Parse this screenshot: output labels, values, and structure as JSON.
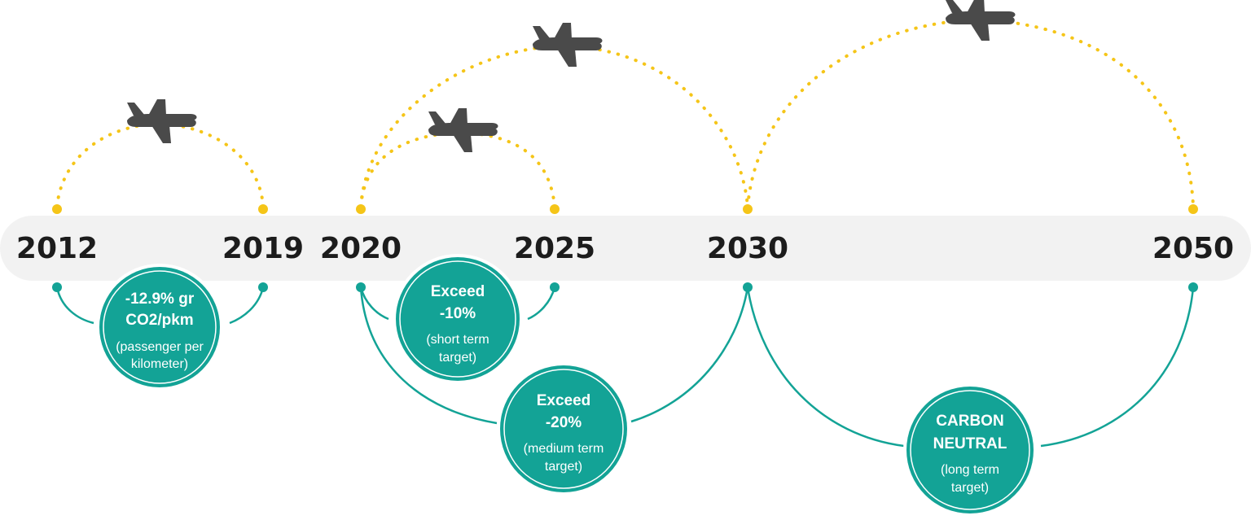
{
  "colors": {
    "bar": "#f2f2f2",
    "flight_path": "#f5c518",
    "plane": "#4a4a4a",
    "target": "#13a396",
    "year_text": "#1c1c1c"
  },
  "timeline": {
    "years": [
      "2012",
      "2019",
      "2020",
      "2025",
      "2030",
      "2050"
    ]
  },
  "targets": [
    {
      "lines": [
        "-12.9% gr",
        "CO2/pkm"
      ],
      "sub": [
        "(passenger per",
        "kilometer)"
      ]
    },
    {
      "lines": [
        "Exceed",
        "-10%"
      ],
      "sub": [
        "(short term",
        "target)"
      ]
    },
    {
      "lines": [
        "Exceed",
        "-20%"
      ],
      "sub": [
        "(medium term",
        "target)"
      ]
    },
    {
      "lines": [
        "CARBON",
        "NEUTRAL"
      ],
      "sub": [
        "(long term",
        "target)"
      ]
    }
  ],
  "icons": {
    "flight": "airplane-icon"
  }
}
